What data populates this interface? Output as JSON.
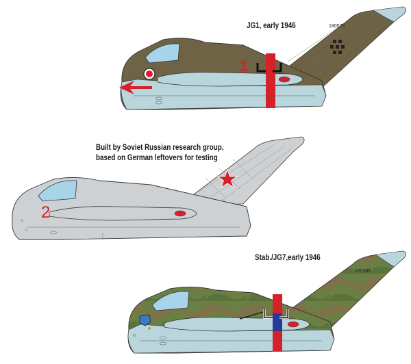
{
  "profiles": [
    {
      "caption": "JG1, early 1946",
      "serial": "180576",
      "fuselage_number": "1",
      "color_upper": "#6e6345",
      "color_lower": "#b9d6dc",
      "band_color": "#d6202a"
    },
    {
      "caption_line1": "Built by Soviet Russian research group,",
      "caption_line2": "based on German leftovers for testing",
      "fuselage_number": "2",
      "color_body": "#cdd1d3",
      "star_color": "#d6202a"
    },
    {
      "caption": "Stab./JG7,early 1946",
      "serial": "180385",
      "color_upper": "#5f7a3c",
      "color_lower": "#b9d6dc",
      "band_colors": [
        "#d6202a",
        "#2a3a9a",
        "#d6202a"
      ]
    }
  ]
}
